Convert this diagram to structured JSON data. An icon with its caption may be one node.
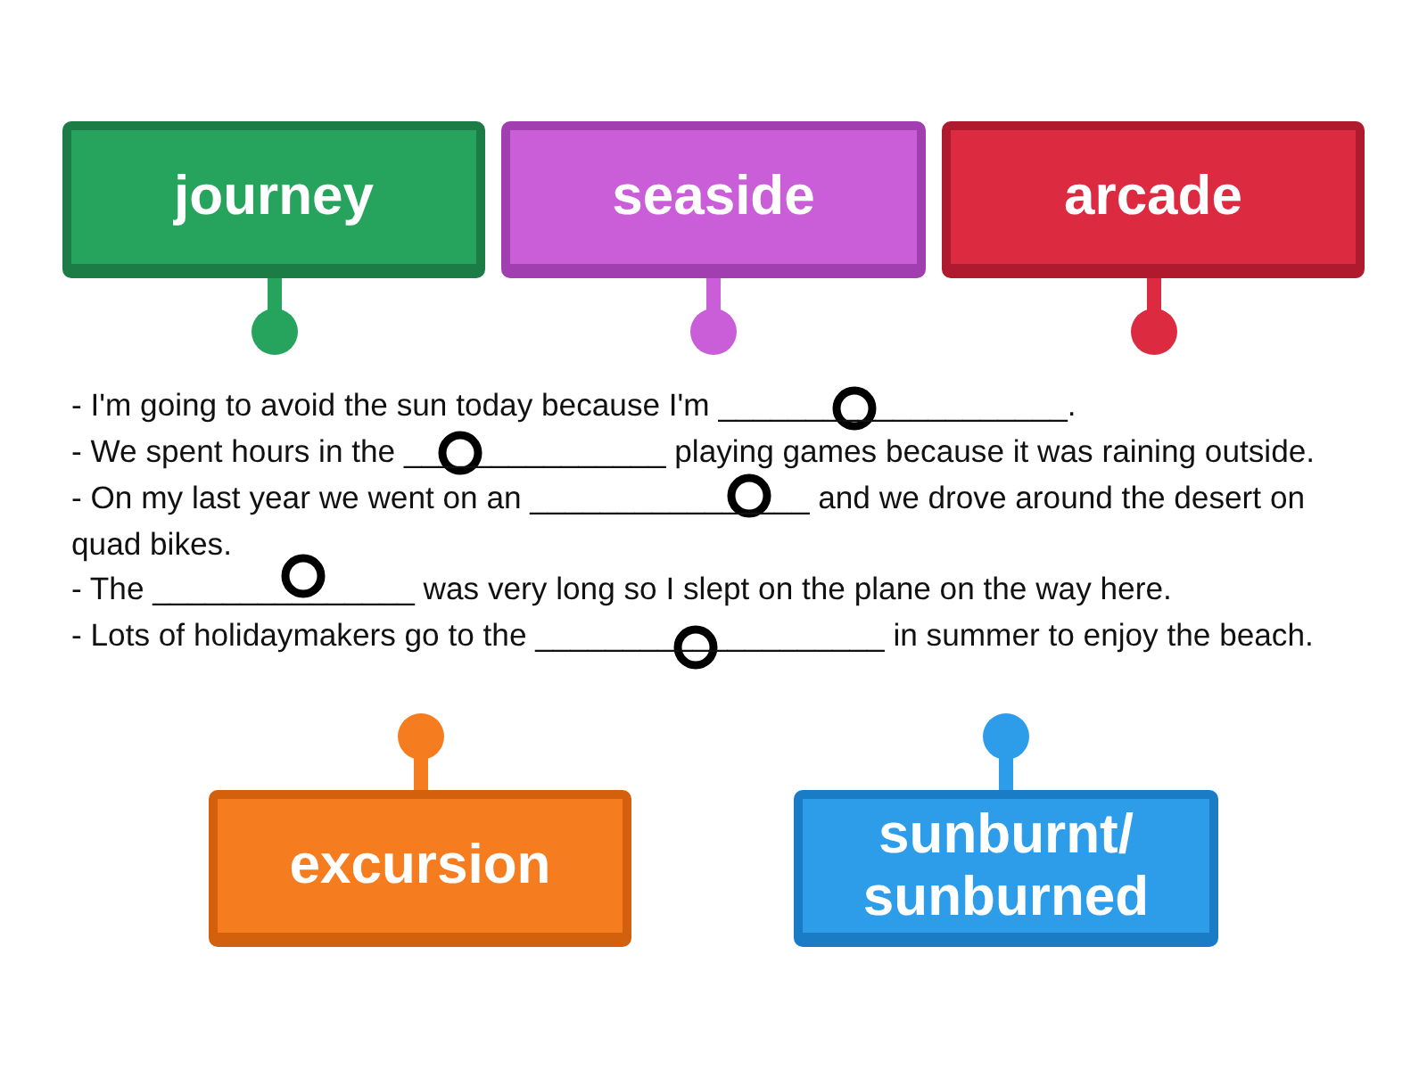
{
  "diagram": {
    "nodes": [
      {
        "text": [
          "journey"
        ]
      },
      {
        "text": [
          "seaside"
        ]
      },
      {
        "text": [
          "arcade"
        ]
      },
      {
        "text": [
          "excursion"
        ]
      },
      {
        "text": [
          "sunburnt/ sunburned"
        ]
      }
    ],
    "labels": [
      "- I'm going to avoid the sun today because I'm ____________________.",
      "- We spent hours in the _______________ playing games because it was raining outside.",
      "- On my last year we went on an ________________ and we drove around the desert on quad bikes.",
      "- The _______________ was very long so I slept on the plane on the way here.",
      "- Lots of holidaymakers go to the ____________________ in summer to enjoy the beach."
    ]
  }
}
